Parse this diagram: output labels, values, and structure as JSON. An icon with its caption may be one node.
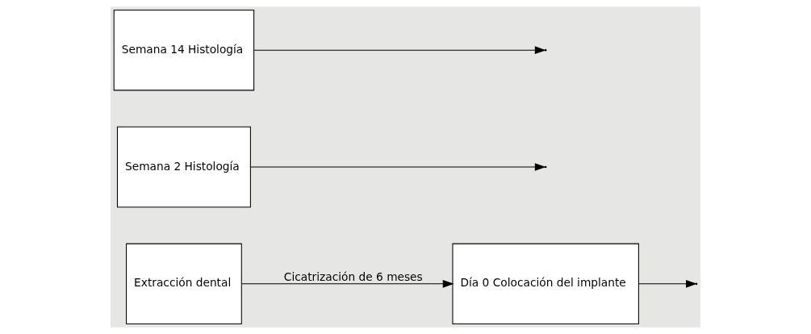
{
  "diagram": {
    "nodes": [
      {
        "text": [
          "Extracción dental"
        ]
      },
      {
        "text": [
          "Día 0 Colocación del implante"
        ]
      },
      {
        "text": [
          "Semana 2 Histología"
        ]
      },
      {
        "text": [
          "Semana 14 Histología"
        ]
      }
    ],
    "edges": [
      {
        "from": 0,
        "to": 1,
        "arrow": "to",
        "label": "Cicatrización de 6 meses"
      },
      {
        "from": 1,
        "to": null,
        "arrow": "to"
      },
      {
        "from": 2,
        "to": null,
        "arrow": "to"
      },
      {
        "from": 3,
        "to": null,
        "arrow": "to"
      }
    ]
  }
}
